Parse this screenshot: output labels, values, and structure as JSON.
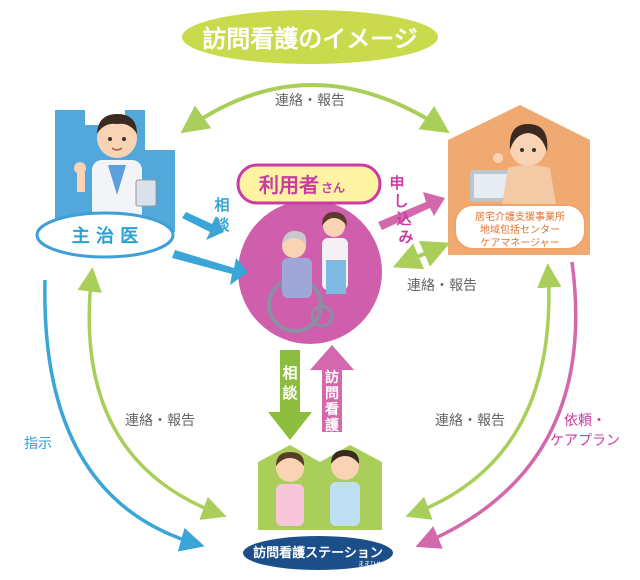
{
  "title": "訪問看護のイメージ",
  "nodes": {
    "doctor": {
      "label": "主 治 医"
    },
    "patient": {
      "label": "利用者",
      "suffix": "さん"
    },
    "care_office": {
      "lines": [
        "居宅介護支援事業所",
        "地域包括センター",
        "ケアマネージャー"
      ]
    },
    "station": {
      "label": "訪問看護ステーション",
      "sub": "ままひめ"
    }
  },
  "edge_labels": {
    "top": "連絡・報告",
    "doctor_to_patient": [
      "相",
      "談"
    ],
    "patient_to_office": [
      "申",
      "し",
      "込",
      "み"
    ],
    "office_to_patient": "連絡・報告",
    "patient_to_station": [
      "相",
      "談"
    ],
    "station_to_patient": [
      "訪",
      "問",
      "看",
      "護"
    ],
    "left_outer": "指示",
    "left_inner": "連絡・報告",
    "right_inner": "連絡・報告",
    "right_outer": [
      "依頼・",
      "ケアプラン"
    ]
  },
  "colors": {
    "title_bg": "#c9db4c",
    "green_arrow": "#a9cf5a",
    "blue_arrow": "#3aa6d8",
    "pink": "#d468ad",
    "magenta_circle": "#cf5fac",
    "teal_label": "#2aa2cf",
    "label_gray": "#666666",
    "doctor_bg": "#3f9fd6",
    "office_bg": "#f0a46a",
    "station_bg": "#a9cf5a",
    "patient_pill_fill": "#fdf3a2",
    "patient_pill_stroke": "#cc3ba3",
    "station_badge": "#1c4f8a"
  }
}
